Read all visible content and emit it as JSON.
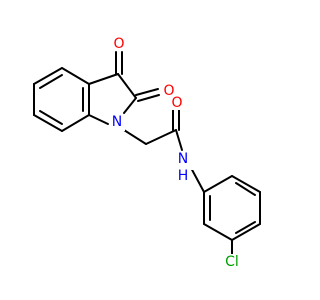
{
  "molecule": {
    "atoms": {
      "o_ketone": "O",
      "o_lactam": "O",
      "n_ring": "N",
      "o_amide": "O",
      "n_amide": "N",
      "h_amide": "H",
      "cl": "Cl"
    },
    "colors": {
      "bond": "#000000",
      "oxygen": "#ff0000",
      "nitrogen": "#0000ff",
      "chlorine": "#00a000",
      "background": "#ffffff"
    }
  }
}
